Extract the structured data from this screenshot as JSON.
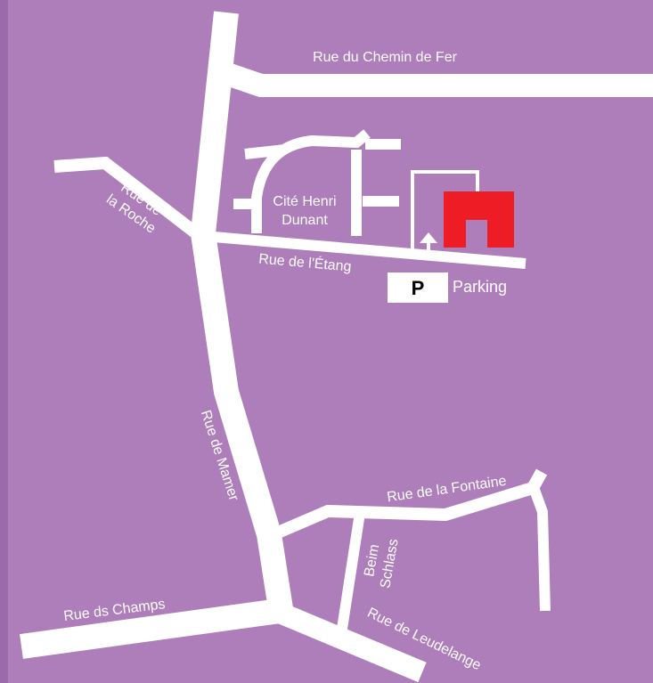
{
  "map": {
    "background_color": "#ad7eba",
    "edge_color": "#9a6aaa",
    "road_color": "#ffffff",
    "destination_color": "#ee1c25",
    "streets": {
      "chemin_de_fer": "Rue du Chemin de Fer",
      "roche_line1": "Rue de",
      "roche_line2": "la Roche",
      "etang": "Rue de l'Étang",
      "mamer": "Rue de Mamer",
      "fontaine": "Rue de  la Fontaine",
      "schlass_line1": "Beim",
      "schlass_line2": "Schlass",
      "champs": "Rue ds Champs",
      "leudelange": "Rue de Leudelange"
    },
    "places": {
      "cite_line1": "Cité Henri",
      "cite_line2": "Dunant"
    },
    "parking": {
      "symbol": "P",
      "label": "Parking"
    },
    "icons": {
      "destination": "building-marker-icon",
      "entrance": "arrow-up-icon"
    }
  }
}
